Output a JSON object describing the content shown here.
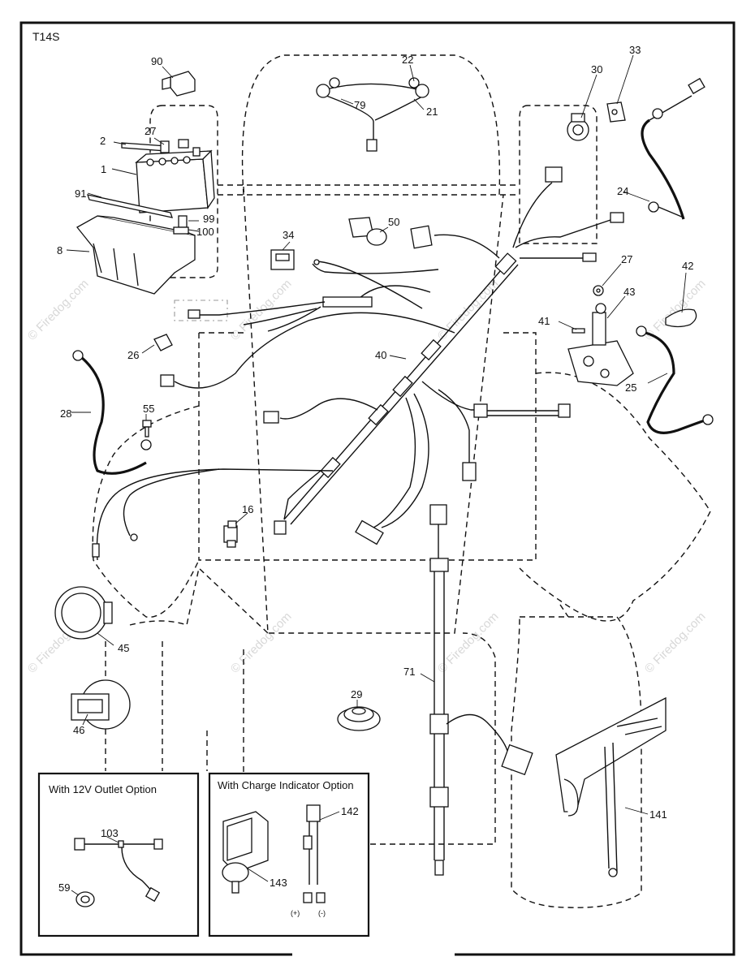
{
  "diagram": {
    "model_code": "T14S",
    "watermark": "© Firedog.com",
    "callouts": {
      "c1": "1",
      "c2": "2",
      "c8": "8",
      "c16": "16",
      "c21": "21",
      "c22": "22",
      "c24": "24",
      "c25": "25",
      "c26": "26",
      "c27a": "27",
      "c27b": "27",
      "c28": "28",
      "c29": "29",
      "c30": "30",
      "c33": "33",
      "c34": "34",
      "c40": "40",
      "c41": "41",
      "c42": "42",
      "c43": "43",
      "c45": "45",
      "c46": "46",
      "c50": "50",
      "c55": "55",
      "c59": "59",
      "c71": "71",
      "c79": "79",
      "c90": "90",
      "c91": "91",
      "c99": "99",
      "c100": "100",
      "c103": "103",
      "c141": "141",
      "c142": "142",
      "c143": "143"
    },
    "outlet_box": {
      "title": "With 12V Outlet Option"
    },
    "charge_box": {
      "title": "With Charge Indicator Option",
      "plus": "(+)",
      "minus": "(-)"
    }
  }
}
